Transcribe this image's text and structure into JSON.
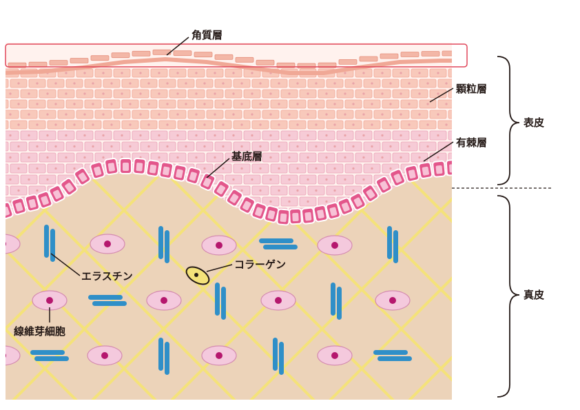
{
  "labels": {
    "stratum_corneum": "角質層",
    "granular_layer": "顆粒層",
    "spinous_layer": "有棘層",
    "basal_layer": "基底層",
    "elastin": "エラスチン",
    "collagen": "コラーゲン",
    "fibroblast": "線維芽細胞",
    "epidermis": "表皮",
    "dermis": "真皮"
  },
  "colors": {
    "corneum_fill": "#f3b7a7",
    "corneum_outline": "#e0475a",
    "granular_brick": "#f8c9bb",
    "spinous_brick": "#f6cbd6",
    "basal_cell": "#e3568b",
    "dermis_bg": "#ecd3b9",
    "fiber_yellow": "#f4e27a",
    "elastin_blue": "#2f8fc8",
    "fibroblast_fill": "#f4c9dd",
    "nucleus": "#b5176e",
    "text": "#231815"
  }
}
